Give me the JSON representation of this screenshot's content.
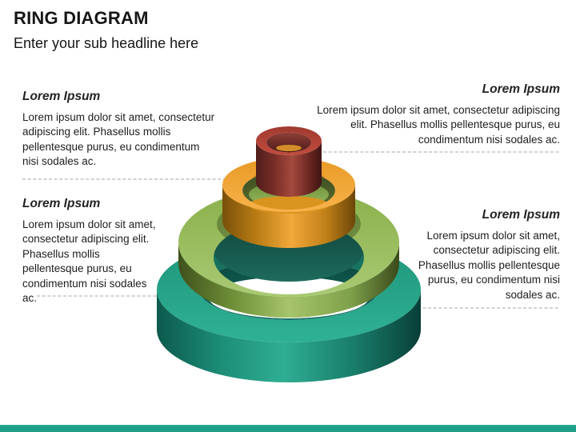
{
  "slide": {
    "title": "RING DIAGRAM",
    "subtitle": "Enter your sub headline here"
  },
  "blocks": [
    {
      "position": "top-left",
      "heading": "Lorem Ipsum",
      "lines": [
        "Lorem ipsum dolor sit amet, consectetur",
        "adipiscing elit. Phasellus mollis",
        "pellentesque purus, eu condimentum",
        "nisi sodales ac."
      ]
    },
    {
      "position": "top-right",
      "heading": "Lorem Ipsum",
      "lines": [
        "Lorem ipsum dolor sit amet, consectetur adipiscing",
        "elit. Phasellus mollis pellentesque purus, eu",
        "condimentum nisi sodales ac."
      ]
    },
    {
      "position": "bottom-left",
      "heading": "Lorem Ipsum",
      "lines": [
        "Lorem ipsum dolor sit amet,",
        "consectetur adipiscing elit.",
        "Phasellus mollis",
        "pellentesque purus, eu",
        "condimentum nisi sodales",
        "ac."
      ]
    },
    {
      "position": "bottom-right",
      "heading": "Lorem Ipsum",
      "lines": [
        "Lorem ipsum dolor sit amet,",
        "consectetur adipiscing elit.",
        "Phasellus mollis pellentesque",
        "purus, eu condimentum nisi",
        "sodales ac."
      ]
    }
  ],
  "diagram": {
    "type": "ring-stack",
    "rings": [
      {
        "level": 1,
        "name": "top-ring",
        "color": "#b0463a"
      },
      {
        "level": 2,
        "name": "second-ring",
        "color": "#f0a735"
      },
      {
        "level": 3,
        "name": "third-ring",
        "color": "#9cbd61"
      },
      {
        "level": 4,
        "name": "bottom-ring",
        "color": "#21a189"
      }
    ],
    "connector_color": "#b8b8b8"
  },
  "footer": {
    "bar_color": "#1fa086"
  }
}
